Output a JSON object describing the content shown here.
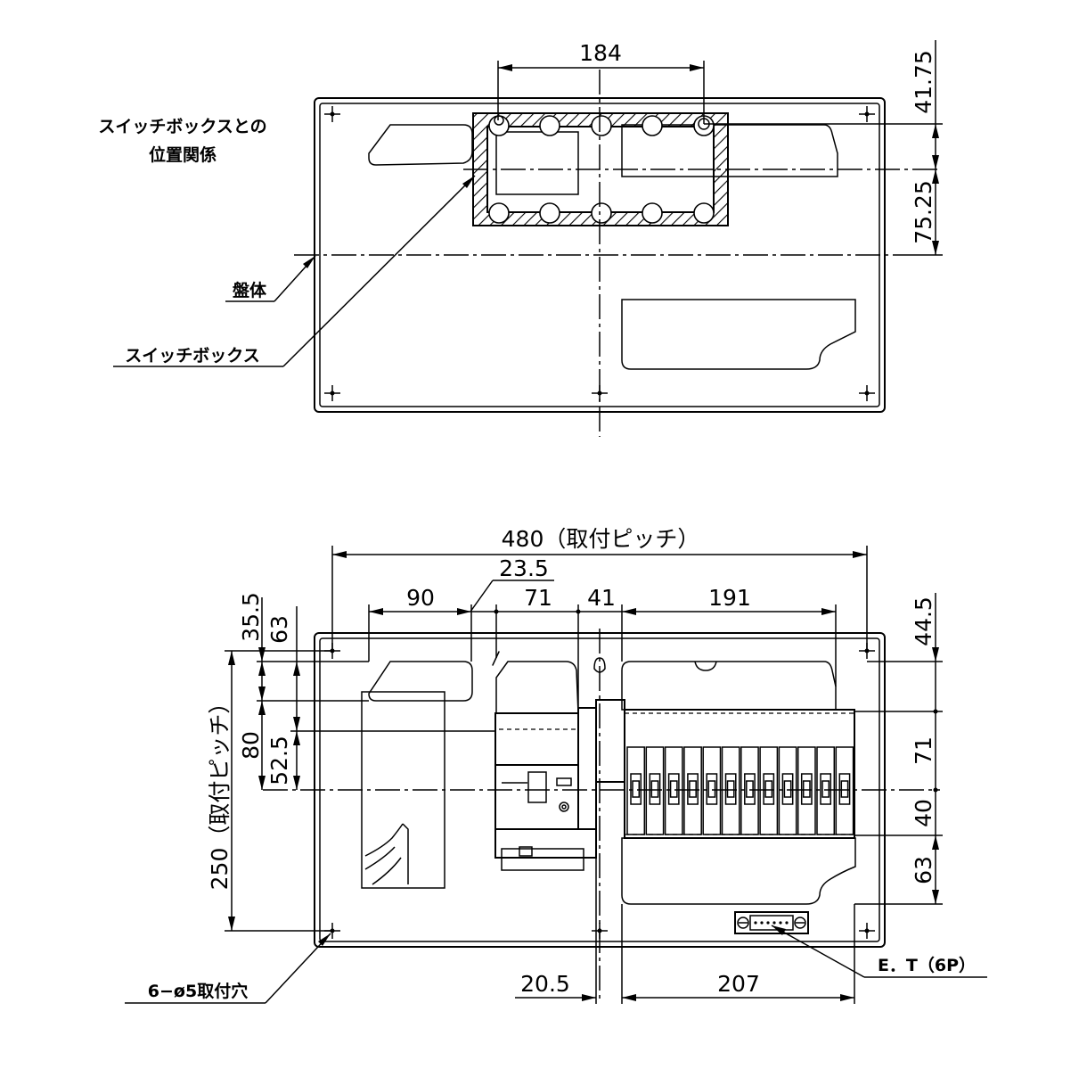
{
  "top_view": {
    "title_line1": "スイッチボックスとの",
    "title_line2": "位置関係",
    "label_panel": "盤体",
    "label_switchbox": "スイッチボックス",
    "dim_width": "184",
    "dim_right_upper": "41.75",
    "dim_right_lower": "75.25"
  },
  "front_view": {
    "dim_mount_pitch_h": "480（取付ピッチ）",
    "dim_mount_pitch_v": "250（取付ピッチ）",
    "dim_23_5": "23.5",
    "dim_90": "90",
    "dim_71_top": "71",
    "dim_41": "41",
    "dim_191": "191",
    "dim_35_5": "35.5",
    "dim_63_left": "63",
    "dim_80": "80",
    "dim_52_5": "52.5",
    "dim_44_5": "44.5",
    "dim_71_right": "71",
    "dim_40": "40",
    "dim_63_right": "63",
    "dim_20_5": "20.5",
    "dim_207": "207",
    "label_mount_holes": "6−ø5取付穴",
    "label_terminal": "E．T（6P）"
  },
  "colors": {
    "line": "#000000",
    "background": "#ffffff"
  }
}
